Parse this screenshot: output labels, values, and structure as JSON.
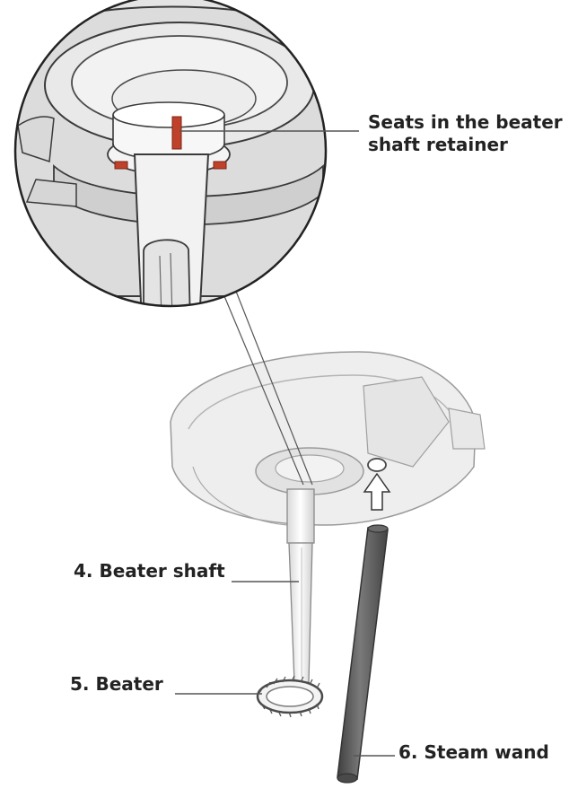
{
  "diagram": {
    "callouts": {
      "retainer": {
        "line1": "Seats in the beater",
        "line2": "shaft retainer"
      },
      "shaft": "4. Beater shaft",
      "beater": "5. Beater",
      "wand": "6. Steam wand"
    },
    "colors": {
      "highlight": "#c0412a",
      "outline": "#3a3a3a",
      "part_fill": "#e6e6e6",
      "wand": "#5a5a5a",
      "text": "#222222"
    }
  }
}
